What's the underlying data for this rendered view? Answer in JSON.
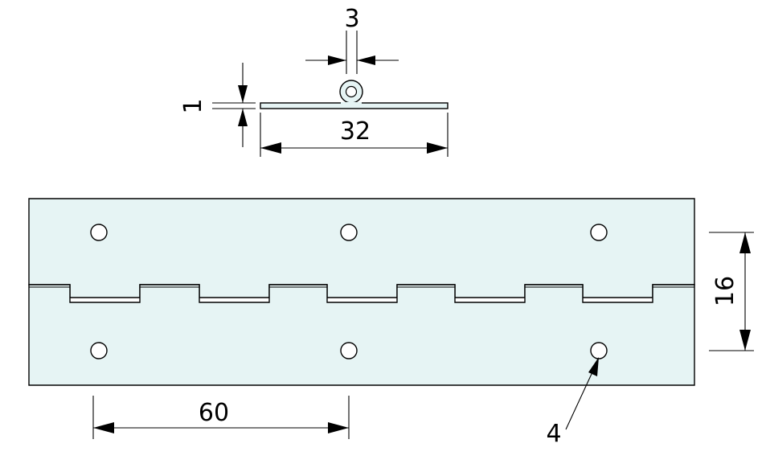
{
  "dimensions": {
    "knuckle_diameter": "3",
    "thickness": "1",
    "open_width": "32",
    "hole_row_spacing": "16",
    "hole_pitch": "60",
    "hole_diameter": "4"
  },
  "colors": {
    "plate_fill": "#e6f4f4",
    "line": "#000000",
    "background": "#ffffff"
  }
}
